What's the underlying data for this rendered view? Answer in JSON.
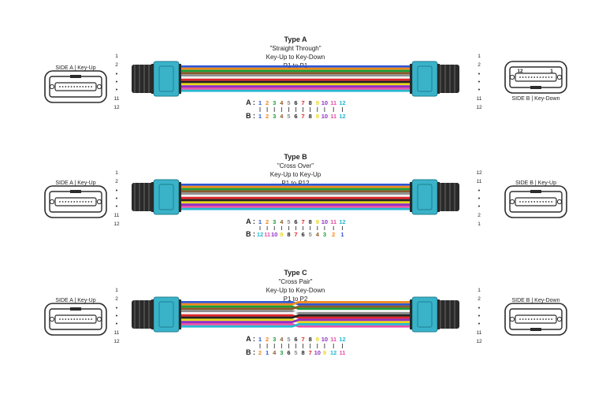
{
  "colors": {
    "fibers": [
      "#2f55d4",
      "#f08a1e",
      "#1a9e3a",
      "#8b5a2b",
      "#8c8c8c",
      "#f2f2f2",
      "#e0262b",
      "#222222",
      "#e8d81a",
      "#8e2fc4",
      "#e84fa8",
      "#26b8d0"
    ],
    "connector": "#3ab3c9",
    "boot": "#2a2a2a",
    "text": "#222222"
  },
  "icons": {
    "connector_face": "mpo-connector-face-icon"
  },
  "panels": [
    {
      "id": "type-a",
      "title": "Type A",
      "subtitle": "\"Straight Through\"",
      "keying": "Key-Up to Key-Down",
      "pinout": "P1 to P1",
      "left_port": {
        "label": "SIDE A | Key-Up",
        "face_labels": [],
        "key": "up"
      },
      "right_port": {
        "label": "SIDE B | Key-Down",
        "face_labels": [
          "12",
          "1"
        ],
        "key": "down"
      },
      "left_numbers": [
        "1",
        "2",
        "•",
        "•",
        "•",
        "11",
        "12"
      ],
      "right_numbers": [
        "1",
        "2",
        "•",
        "•",
        "•",
        "11",
        "12"
      ],
      "row_a_label": "A :",
      "row_b_label": "B :",
      "row_a": [
        "1",
        "2",
        "3",
        "4",
        "5",
        "6",
        "7",
        "8",
        "9",
        "10",
        "11",
        "12"
      ],
      "row_b": [
        "1",
        "2",
        "3",
        "4",
        "5",
        "6",
        "7",
        "8",
        "9",
        "10",
        "11",
        "12"
      ],
      "boot_side": "outer",
      "crossed": false
    },
    {
      "id": "type-b",
      "title": "Type B",
      "subtitle": "\"Cross Over\"",
      "keying": "Key-Up to Key-Up",
      "pinout": "P1 to P12",
      "left_port": {
        "label": "SIDE A | Key-Up",
        "face_labels": [],
        "key": "up"
      },
      "right_port": {
        "label": "SIDE B | Key-Up",
        "face_labels": [],
        "key": "up"
      },
      "left_numbers": [
        "1",
        "2",
        "•",
        "•",
        "•",
        "11",
        "12"
      ],
      "right_numbers": [
        "12",
        "11",
        "•",
        "•",
        "•",
        "2",
        "1"
      ],
      "row_a_label": "A :",
      "row_b_label": "B :",
      "row_a": [
        "1",
        "2",
        "3",
        "4",
        "5",
        "6",
        "7",
        "8",
        "9",
        "10",
        "11",
        "12"
      ],
      "row_b": [
        "12",
        "11",
        "10",
        "9",
        "8",
        "7",
        "6",
        "5",
        "4",
        "3",
        "2",
        "1"
      ],
      "boot_side": "left",
      "crossed": false
    },
    {
      "id": "type-c",
      "title": "Type C",
      "subtitle": "\"Cross Pair\"",
      "keying": "Key-Up to Key-Down",
      "pinout": "P1 to P2",
      "left_port": {
        "label": "SIDE A | Key-Up",
        "face_labels": [],
        "key": "up"
      },
      "right_port": {
        "label": "SIDE B | Key-Down",
        "face_labels": [],
        "key": "down"
      },
      "left_numbers": [
        "1",
        "2",
        "•",
        "•",
        "•",
        "11",
        "12"
      ],
      "right_numbers": [
        "1",
        "2",
        "•",
        "•",
        "•",
        "11",
        "12"
      ],
      "row_a_label": "A :",
      "row_b_label": "B :",
      "row_a": [
        "1",
        "2",
        "3",
        "4",
        "5",
        "6",
        "7",
        "8",
        "9",
        "10",
        "11",
        "12"
      ],
      "row_b": [
        "2",
        "1",
        "4",
        "3",
        "6",
        "5",
        "8",
        "7",
        "10",
        "9",
        "12",
        "11"
      ],
      "boot_side": "left",
      "crossed": true
    }
  ]
}
